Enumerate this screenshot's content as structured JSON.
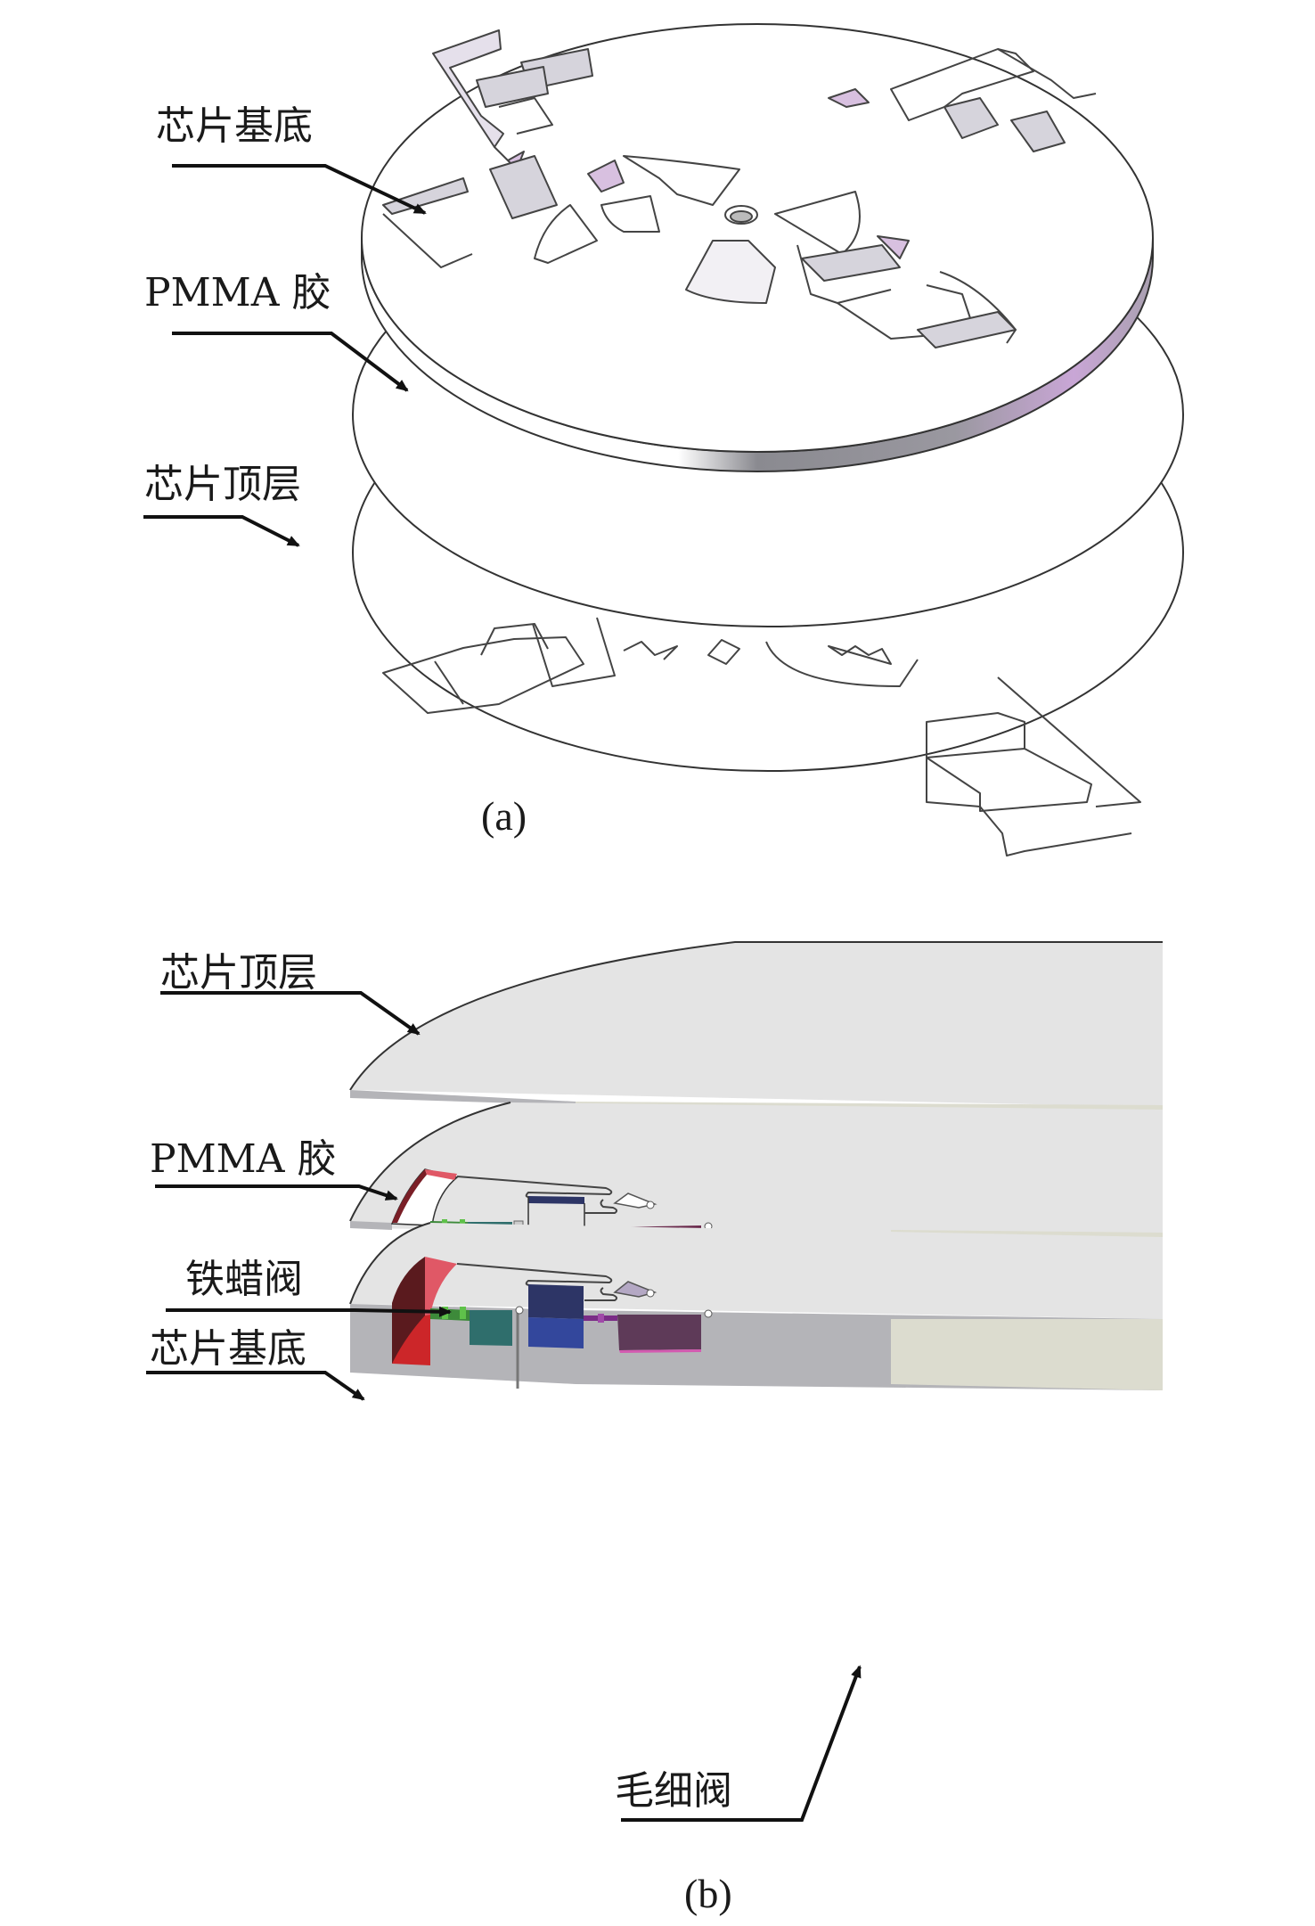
{
  "figure_a": {
    "caption": "(a)",
    "labels": {
      "substrate": "芯片基底",
      "pmma": "PMMA 胶",
      "top_layer": "芯片顶层"
    }
  },
  "figure_b": {
    "caption": "(b)",
    "labels": {
      "top_layer": "芯片顶层",
      "pmma": "PMMA 胶",
      "paraffin_valve": "铁蜡阀",
      "substrate": "芯片基底",
      "capillary_valve": "毛细阀"
    }
  },
  "colors": {
    "layer_face": "#e4e4e4",
    "layer_side": "#b4b4b8",
    "layer_side_light": "#dcdccf",
    "chamber_red_dark": "#5a1a1e",
    "chamber_red_light": "#e05866",
    "chamber_red": "#cc2629",
    "valve_green": "#3d8a3a",
    "chamber_teal": "#2f6e6c",
    "chamber_navy": "#2d3566",
    "chamber_blue": "#33479c",
    "chamber_plum": "#5e3a58",
    "channel_purple": "#7a2c86",
    "disk_rim_purple": "#c9a6d6"
  }
}
